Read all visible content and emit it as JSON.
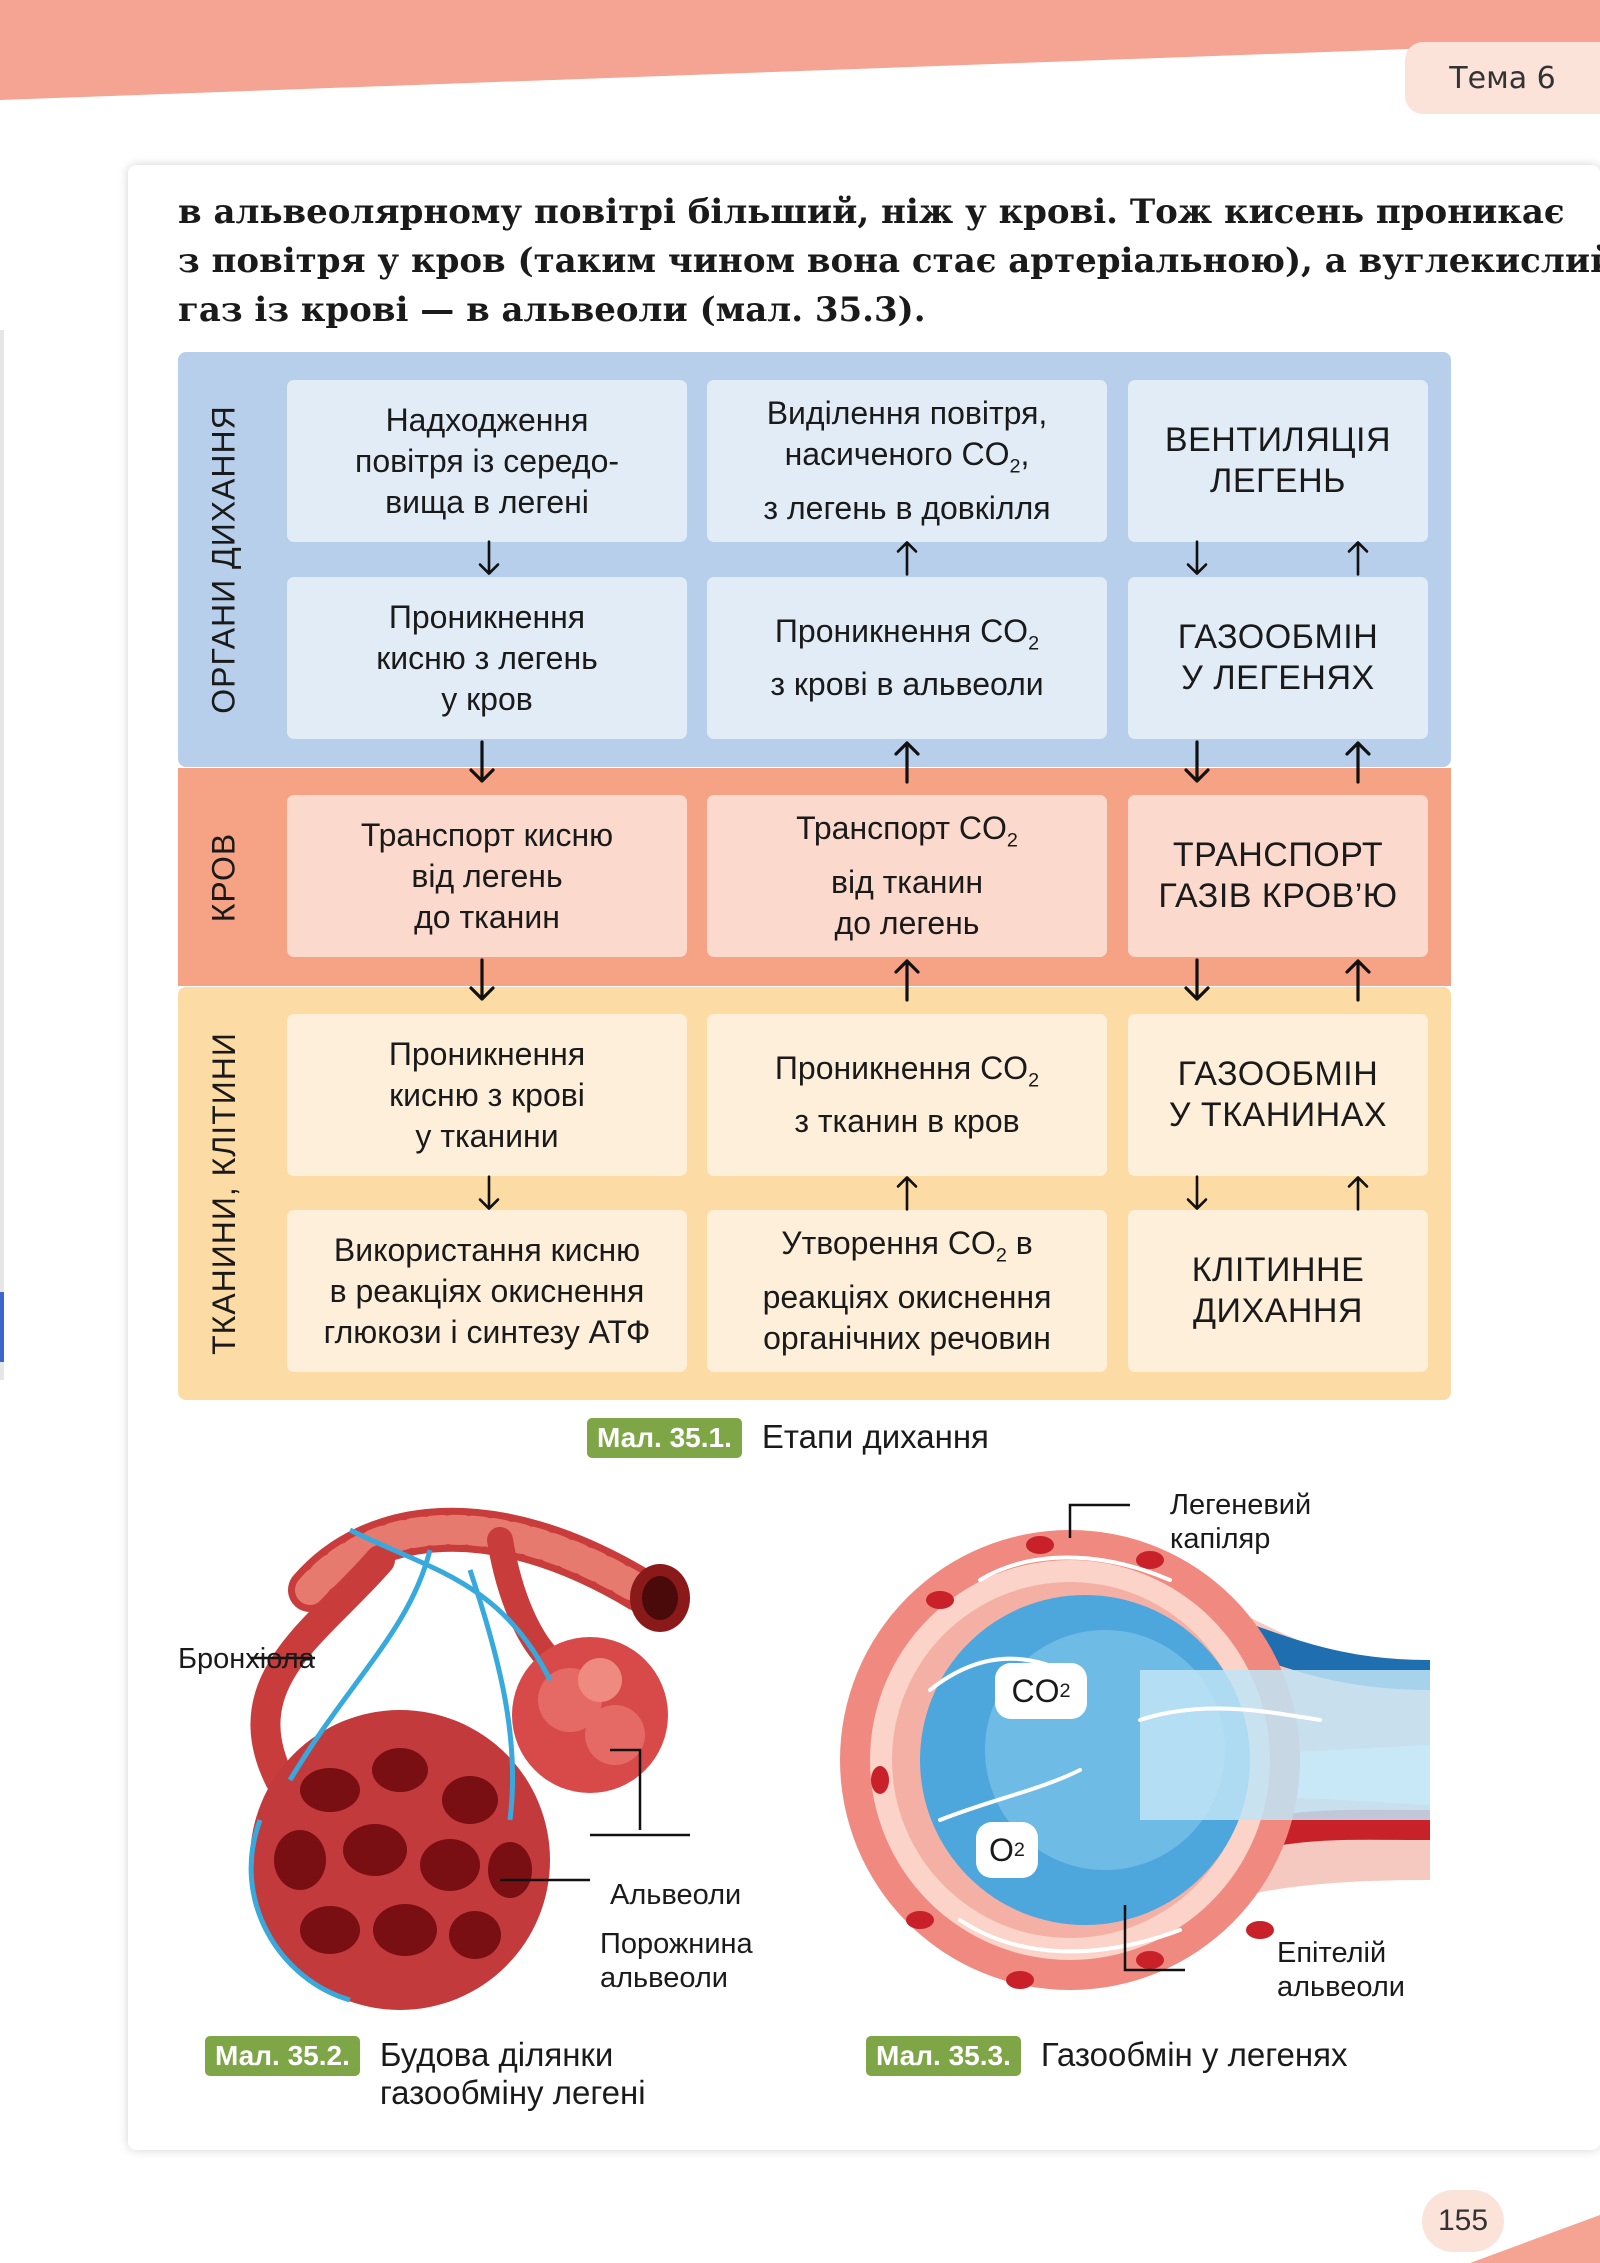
{
  "header": {
    "topic": "Тема 6"
  },
  "paragraph": [
    "в альвеолярному повітрі більший, ніж у крові. Тож кисень проникає",
    "з повітря у кров (таким чином вона стає артеріальною), а вуглекислий",
    "газ із крові — в альвеоли (мал. 35.3)."
  ],
  "scheme": {
    "bands": {
      "respiratory": "ОРГАНИ ДИХАННЯ",
      "blood": "КРОВ",
      "tissues": "ТКАНИНИ, КЛІТИНИ"
    },
    "respiratory": {
      "r1c1": [
        "Надходження",
        "повітря із середо-",
        "вища в легені"
      ],
      "r1c2": [
        "Виділення повітря,",
        "насиченого CO",
        "2",
        ",",
        "з легень в довкілля"
      ],
      "r1c3": [
        "ВЕНТИЛЯЦІЯ",
        "ЛЕГЕНЬ"
      ],
      "r2c1": [
        "Проникнення",
        "кисню з легень",
        "у кров"
      ],
      "r2c2": [
        "Проникнення CO",
        "2",
        "з крові в альвеоли"
      ],
      "r2c3": [
        "ГАЗООБМІН",
        "У ЛЕГЕНЯХ"
      ]
    },
    "blood": {
      "c1": [
        "Транспорт кисню",
        "від легень",
        "до тканин"
      ],
      "c2": [
        "Транспорт CO",
        "2",
        "від тканин",
        "до легень"
      ],
      "c3": [
        "ТРАНСПОРТ",
        "ГАЗІВ КРОВ’Ю"
      ]
    },
    "tissues": {
      "r1c1": [
        "Проникнення",
        "кисню з крові",
        "у тканини"
      ],
      "r1c2": [
        "Проникнення CO",
        "2",
        "з тканин в кров"
      ],
      "r1c3": [
        "ГАЗООБМІН",
        "У ТКАНИНАХ"
      ],
      "r2c1": [
        "Використання кисню",
        "в реакціях окиснення",
        "глюкози і синтезу АТФ"
      ],
      "r2c2": [
        "Утворення CO",
        "2",
        " в",
        "реакціях окиснення",
        "органічних речовин"
      ],
      "r2c3": [
        "КЛІТИННЕ",
        "ДИХАННЯ"
      ]
    }
  },
  "captions": {
    "fig1": {
      "badge": "Мал. 35.1.",
      "text": "Етапи дихання"
    },
    "fig2": {
      "badge": "Мал. 35.2.",
      "text1": "Будова ділянки",
      "text2": "газообміну легені"
    },
    "fig3": {
      "badge": "Мал. 35.3.",
      "text": "Газообмін у легенях"
    }
  },
  "labels": {
    "bronchiole": "Бронхіола",
    "alveoli": "Альвеоли",
    "cavity1": "Порожнина",
    "cavity2": "альвеоли",
    "capillary1": "Легеневий",
    "capillary2": "капіляр",
    "epithelium1": "Епітелій",
    "epithelium2": "альвеоли",
    "co2": "CO",
    "co2_sub": "2",
    "o2": "O",
    "o2_sub": "2"
  },
  "page_number": "155",
  "colors": {
    "respiratory": "#b7cfea",
    "blood": "#f5a285",
    "tissues": "#fddba5",
    "badge": "#7ea546"
  }
}
